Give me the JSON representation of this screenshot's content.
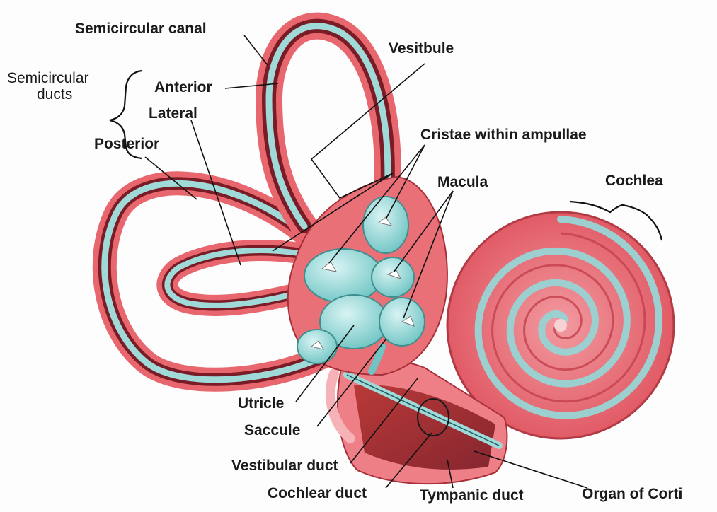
{
  "labels": {
    "semicircular_canal": "Semicircular canal",
    "semicircular_ducts_line1": "Semicircular",
    "semicircular_ducts_line2": "ducts",
    "anterior": "Anterior",
    "lateral": "Lateral",
    "posterior": "Posterior",
    "vestibule": "Vesitbule",
    "cristae": "Cristae within ampullae",
    "macula": "Macula",
    "cochlea": "Cochlea",
    "utricle": "Utricle",
    "saccule": "Saccule",
    "vestibular_duct": "Vestibular duct",
    "cochlear_duct": "Cochlear duct",
    "tympanic_duct": "Tympanic duct",
    "organ_of_corti": "Organ of Corti"
  },
  "colors": {
    "bony_outer": "#e8666e",
    "bony_light": "#f5a9ad",
    "dark_band": "#7a1c26",
    "membranous": "#9fd9d8",
    "membranous_light": "#c8eceb",
    "leader": "#111111"
  }
}
